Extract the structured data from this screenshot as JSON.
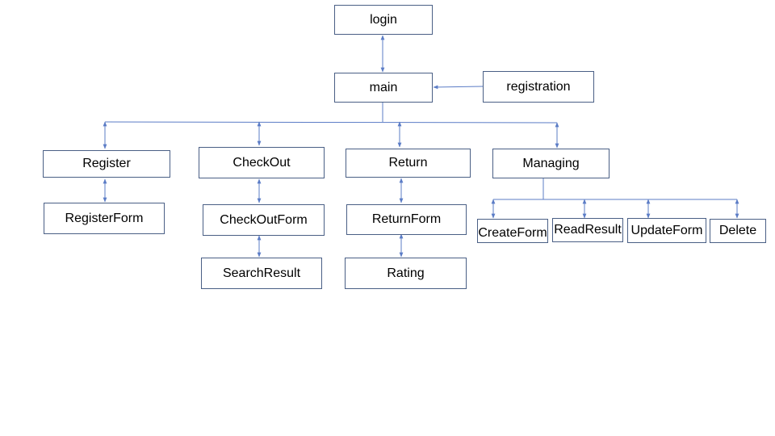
{
  "nodes": {
    "login": "login",
    "main": "main",
    "registration": "registration",
    "register": "Register",
    "register_form": "RegisterForm",
    "checkout": "CheckOut",
    "checkout_form": "CheckOutForm",
    "search_result": "SearchResult",
    "return": "Return",
    "return_form": "ReturnForm",
    "rating": "Rating",
    "managing": "Managing",
    "create_form": "CreateForm",
    "read_result": "ReadResult",
    "update_form": "UpdateForm",
    "delete": "Delete"
  },
  "colors": {
    "connector": "#5b7cc6",
    "box_border": "#4a5f85"
  }
}
